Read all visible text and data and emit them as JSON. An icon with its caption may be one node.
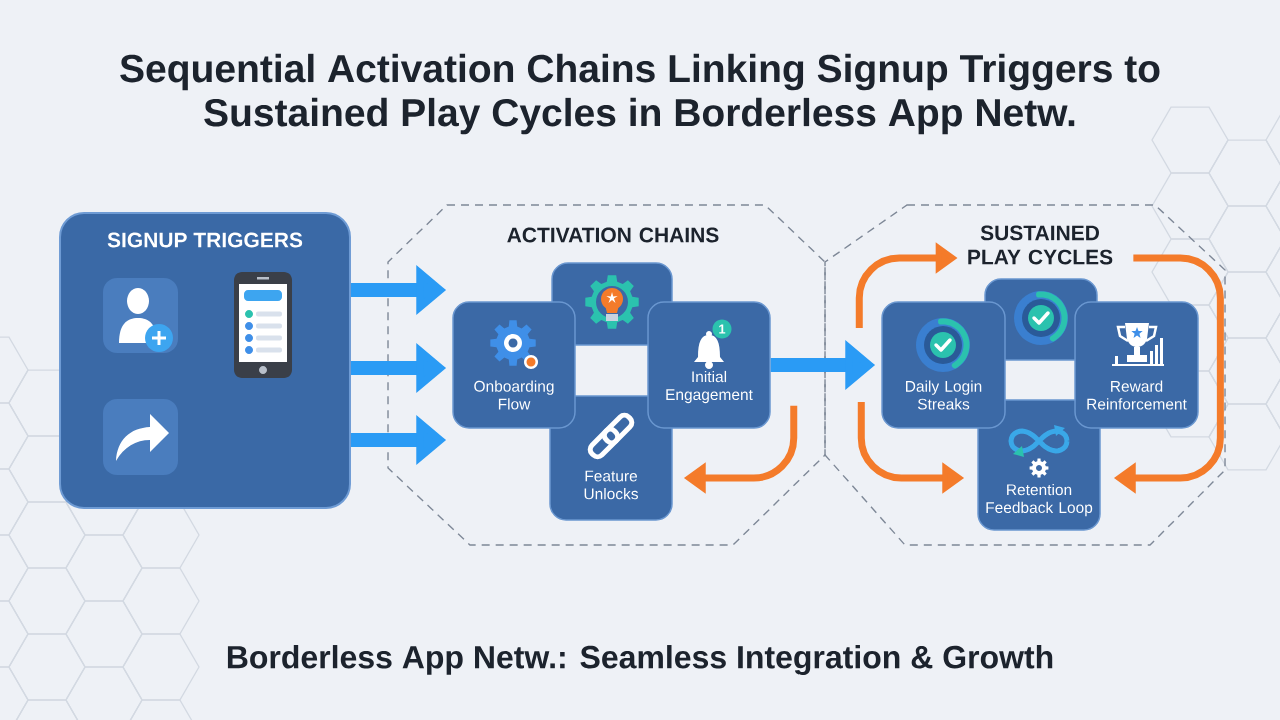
{
  "diagram": {
    "title": "Sequential Activation Chains Linking Signup Triggers to Sustained Play Cycles in Borderless App Netw.",
    "caption": "Borderless App Netw.: Seamless Integration & Growth",
    "nodes": [
      {
        "text": [
          "SIGNUP TRIGGERS"
        ]
      },
      {
        "text": [
          "ACTIVATION CHAINS"
        ]
      },
      {
        "text": [],
        "shape": "box",
        "in": 1
      },
      {
        "text": [
          "Onboarding Flow"
        ],
        "in": 1
      },
      {
        "text": [
          "Initial Engagement"
        ],
        "in": 1
      },
      {
        "text": [
          "Feature Unlocks"
        ],
        "in": 1
      },
      {
        "text": [],
        "shape": "octagon"
      },
      {
        "text": [
          "SUSTAINED PLAY CYCLES"
        ],
        "in": 6
      },
      {
        "text": [],
        "shape": "box",
        "in": 6
      },
      {
        "text": [
          "Daily Login Streaks"
        ],
        "in": 6
      },
      {
        "text": [
          "Reward Reinforcement"
        ],
        "in": 6
      },
      {
        "text": [
          "Retention Feedback Loop"
        ],
        "in": 6
      }
    ],
    "edges": [
      {
        "from": 0,
        "to": 3,
        "arrow": "to",
        "style": "thick",
        "color": "#2a9bf5"
      },
      {
        "from": 0,
        "to": 3,
        "arrow": "to",
        "style": "thick",
        "color": "#2a9bf5"
      },
      {
        "from": 0,
        "to": 3,
        "arrow": "to",
        "style": "thick",
        "color": "#2a9bf5"
      },
      {
        "from": 4,
        "to": 9,
        "arrow": "to",
        "style": "thick",
        "color": "#2a9bf5"
      },
      {
        "from": 4,
        "to": 5,
        "arrow": "to",
        "color": "#f47b2a"
      },
      {
        "from": 9,
        "to": 7,
        "arrow": "to",
        "color": "#f47b2a"
      },
      {
        "from": 7,
        "to": 11,
        "arrow": "to",
        "color": "#f47b2a"
      },
      {
        "from": 9,
        "to": 11,
        "arrow": "to",
        "color": "#f47b2a"
      }
    ],
    "labels": [
      "1"
    ]
  }
}
